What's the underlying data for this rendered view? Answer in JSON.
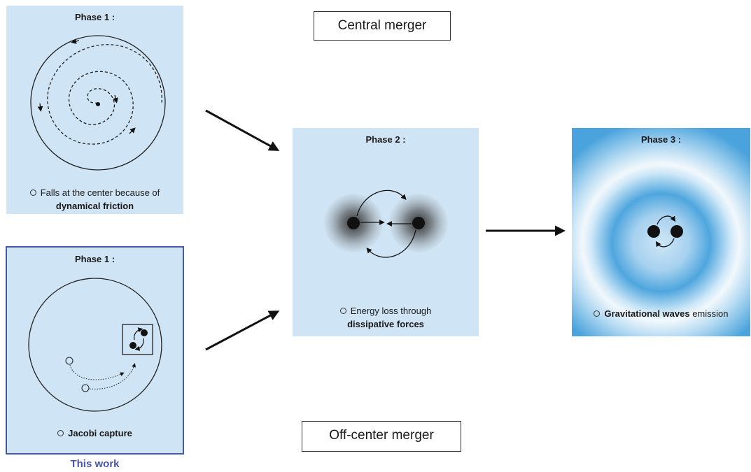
{
  "labels": {
    "central_merger": "Central merger",
    "off_center_merger": "Off-center merger",
    "this_work": "This work"
  },
  "panels": {
    "phase1_top": {
      "title": "Phase 1 :",
      "caption_line1": "Falls at the center because of",
      "caption_bold": "dynamical friction"
    },
    "phase1_bottom": {
      "title": "Phase 1 :",
      "caption_bold": "Jacobi capture"
    },
    "phase2": {
      "title": "Phase 2 :",
      "caption_line1": "Energy loss through",
      "caption_bold": "dissipative forces"
    },
    "phase3": {
      "title": "Phase 3 :",
      "caption_bold": "Gravitational waves",
      "caption_rest": " emission"
    }
  },
  "colors": {
    "panel_bg": "#cfe4f4",
    "highlight_border": "#4a56a6",
    "this_work_text": "#4a56a6",
    "wave_blue": "#4aa3dd"
  },
  "icons": [
    "arrow-right-icon",
    "black-hole-icon",
    "orbit-arrow-icon"
  ]
}
